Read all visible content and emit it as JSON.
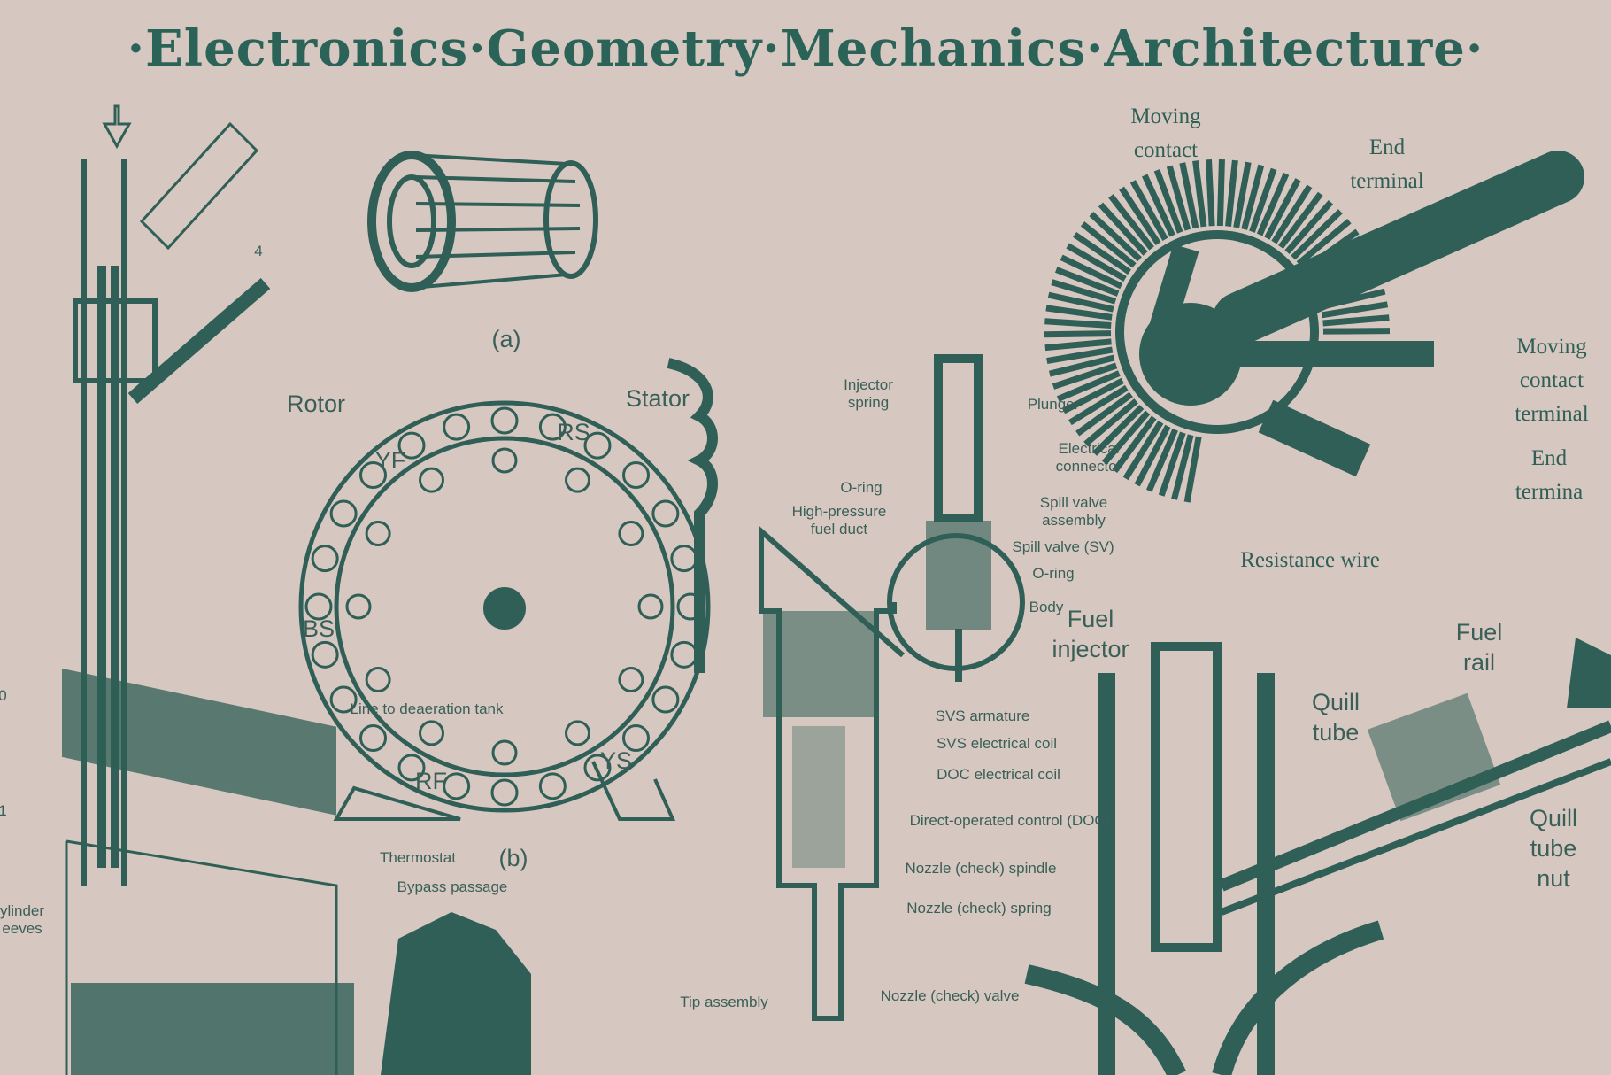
{
  "title": "·Electronics·Geometry·Mechanics·Architecture·",
  "colors": {
    "background": "#d6c8c0",
    "ink": "#2f5f56"
  },
  "labels": {
    "moving_contact": "Moving\ncontact",
    "end_terminal": "End\nterminal",
    "moving_contact_terminal": "Moving\ncontact\nterminal",
    "end_terminal_2": "End termina",
    "resistance_wire": "Resistance wire",
    "fig_a": "(a)",
    "fig_b": "(b)",
    "rotor": "Rotor",
    "stator": "Stator",
    "rs": "RS",
    "yf": "YF",
    "bs": "BS",
    "rf": "RF",
    "ys": "YS",
    "line_to_deaeration_tank": "Line to deaeration tank",
    "thermostat": "Thermostat",
    "bypass_passage": "Bypass passage",
    "cylinder_sleeves": "ylinder\neeves",
    "num_4": "4",
    "num_0": "0",
    "num_1": "1",
    "injector_spring": "Injector\nspring",
    "plunger": "Plunger",
    "electrical_connector": "Electrical\nconnector",
    "o_ring_1": "O-ring",
    "high_pressure_fuel_duct": "High-pressure\nfuel duct",
    "spill_valve_assembly": "Spill valve\nassembly",
    "spill_valve_sv": "Spill valve (SV)",
    "o_ring_2": "O-ring",
    "body": "Body",
    "fuel_injector": "Fuel\ninjector",
    "svs_armature": "SVS armature",
    "svs_electrical_coil": "SVS electrical coil",
    "doc_electrical_coil": "DOC electrical coil",
    "direct_operated_control": "Direct-operated control (DOC)",
    "nozzle_spindle": "Nozzle (check) spindle",
    "nozzle_spring": "Nozzle (check) spring",
    "nozzle_valve": "Nozzle (check) valve",
    "tip_assembly": "Tip assembly",
    "fuel_rail": "Fuel\nrail",
    "quill_tube": "Quill\ntube",
    "quill_tube_nut": "Quill\ntube nut"
  }
}
